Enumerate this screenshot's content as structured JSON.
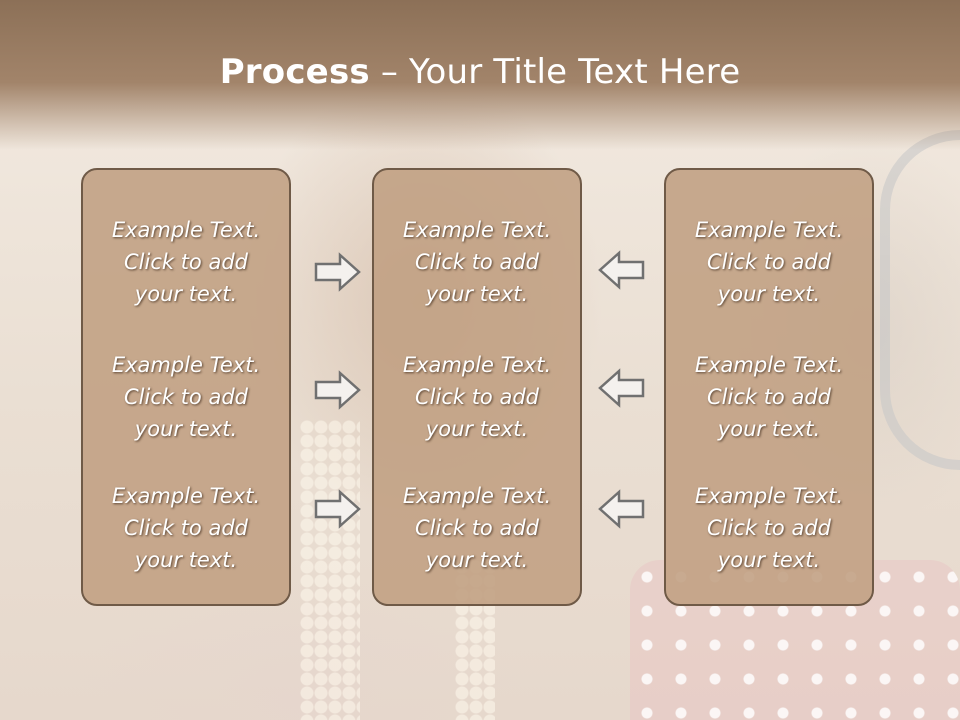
{
  "title": {
    "bold": "Process",
    "rest": " – Your Title Text Here"
  },
  "columns": [
    {
      "items": [
        {
          "line1": "Example Text.",
          "line2": "Click  to add",
          "line3": "your text."
        },
        {
          "line1": "Example Text.",
          "line2": "Click  to add",
          "line3": "your text."
        },
        {
          "line1": "Example Text.",
          "line2": "Click  to add",
          "line3": "your text."
        }
      ]
    },
    {
      "items": [
        {
          "line1": "Example Text.",
          "line2": "Click  to add",
          "line3": "your text."
        },
        {
          "line1": "Example Text.",
          "line2": "Click  to add",
          "line3": "your text."
        },
        {
          "line1": "Example Text.",
          "line2": "Click  to add",
          "line3": "your text."
        }
      ]
    },
    {
      "items": [
        {
          "line1": "Example Text.",
          "line2": "Click  to add",
          "line3": "your text."
        },
        {
          "line1": "Example Text.",
          "line2": "Click  to add",
          "line3": "your text."
        },
        {
          "line1": "Example Text.",
          "line2": "Click  to add",
          "line3": "your text."
        }
      ]
    }
  ],
  "arrows": {
    "left_group": [
      "right-arrow-icon",
      "right-arrow-icon",
      "right-arrow-icon"
    ],
    "right_group": [
      "left-arrow-icon",
      "left-arrow-icon",
      "left-arrow-icon"
    ]
  },
  "colors": {
    "header": "#8c7057",
    "box_fill": "#c09f82",
    "box_border": "#6f5a47",
    "arrow_fill": "#f4f1ee",
    "arrow_stroke": "#707070",
    "text": "#ffffff"
  }
}
